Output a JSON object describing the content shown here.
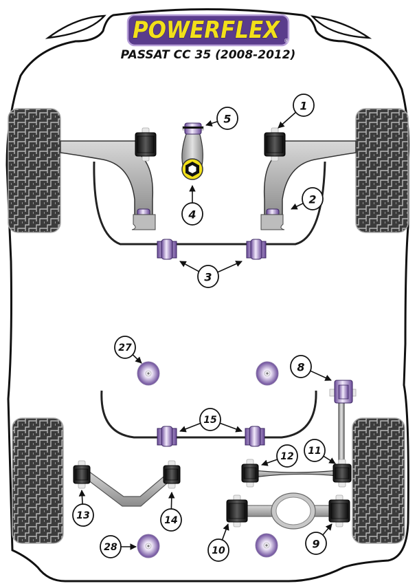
{
  "header": {
    "brand": "POWERFLEX",
    "registered_mark": "®",
    "model_title": "PASSAT CC 35 (2008-2012)"
  },
  "colors": {
    "brand_purple": "#6a4a98",
    "brand_yellow": "#f2e01a",
    "bush_purple": "#8e6cc0",
    "standard_bush_black": "#2a2a2a",
    "arm_grey": "#a9a9a9",
    "tyre_dark": "#3c3c3c",
    "tyre_tread": "#b8b8b8"
  },
  "callouts": [
    {
      "id": "1",
      "label": "1",
      "part": "front-wishbone-front-bush"
    },
    {
      "id": "2",
      "label": "2",
      "part": "front-wishbone-rear-bush"
    },
    {
      "id": "3",
      "label": "3",
      "part": "front-anti-roll-bar-bush"
    },
    {
      "id": "4",
      "label": "4",
      "part": "lower-engine-mount-large-bush"
    },
    {
      "id": "5",
      "label": "5",
      "part": "lower-engine-mount-small-bush"
    },
    {
      "id": "8",
      "label": "8",
      "part": "rear-anti-roll-bar-link-bush"
    },
    {
      "id": "9",
      "label": "9",
      "part": "rear-trailing-arm-outer-bush"
    },
    {
      "id": "10",
      "label": "10",
      "part": "rear-trailing-arm-inner-bush"
    },
    {
      "id": "11",
      "label": "11",
      "part": "rear-upper-arm-outer-bush"
    },
    {
      "id": "12",
      "label": "12",
      "part": "rear-upper-arm-inner-bush"
    },
    {
      "id": "13",
      "label": "13",
      "part": "rear-lower-arm-inner-bush"
    },
    {
      "id": "14",
      "label": "14",
      "part": "rear-lower-arm-outer-bush"
    },
    {
      "id": "15",
      "label": "15",
      "part": "rear-anti-roll-bar-bush"
    },
    {
      "id": "27",
      "label": "27",
      "part": "rear-subframe-front-mount"
    },
    {
      "id": "28",
      "label": "28",
      "part": "rear-subframe-rear-mount"
    }
  ]
}
